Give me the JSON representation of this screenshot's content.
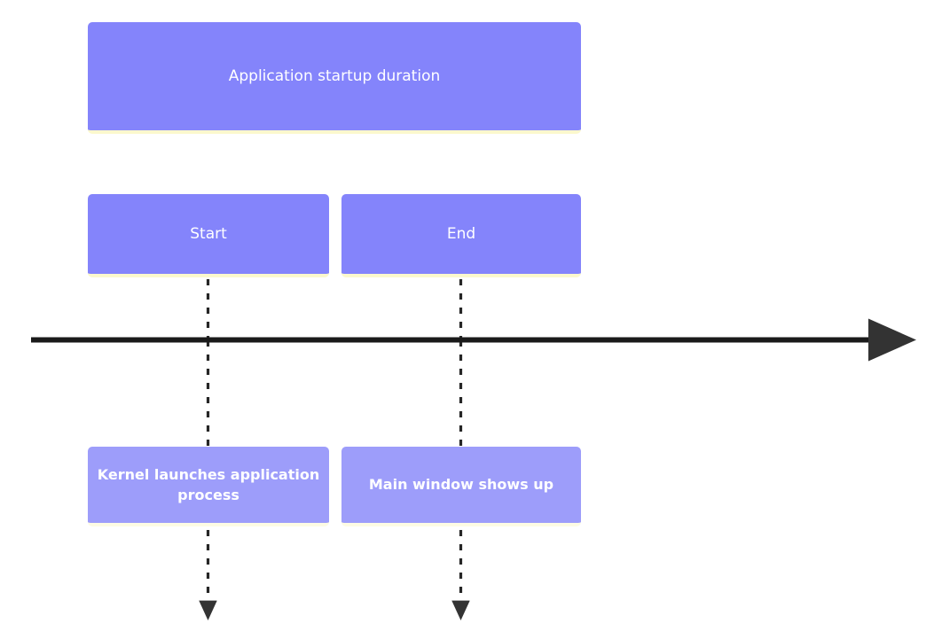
{
  "diagram": {
    "type": "timeline",
    "title": "Application startup duration",
    "background_color": "#ffffff",
    "palette": {
      "node_primary_fill": "#8484fb",
      "node_secondary_fill": "#9d9dfa",
      "node_bottom_edge": "#fbf8cd",
      "node_text": "#ffffff",
      "axis_line": "#1a1a1a",
      "axis_arrowhead": "#333333",
      "connector_line": "#262626"
    },
    "nodes": [
      {
        "id": "duration",
        "label": "Application startup duration",
        "role": "span-header",
        "style": "primary"
      },
      {
        "id": "start",
        "label": "Start",
        "role": "marker",
        "style": "primary"
      },
      {
        "id": "end",
        "label": "End",
        "role": "marker",
        "style": "primary"
      },
      {
        "id": "kernel",
        "label": "Kernel launches application process",
        "role": "event-description",
        "style": "secondary"
      },
      {
        "id": "mainwindow",
        "label": "Main window shows up",
        "role": "event-description",
        "style": "secondary"
      }
    ],
    "axis": {
      "name": "time-axis",
      "orientation": "horizontal",
      "direction": "left-to-right",
      "has_arrowhead": true,
      "tick_labels": []
    },
    "connectors": [
      {
        "id": "start-to-axis",
        "from": "start",
        "to": "time-axis",
        "style": "dashed"
      },
      {
        "id": "end-to-axis",
        "from": "end",
        "to": "time-axis",
        "style": "dashed"
      },
      {
        "id": "axis-to-kernel",
        "from": "time-axis",
        "to": "kernel",
        "style": "dashed"
      },
      {
        "id": "axis-to-mainwindow",
        "from": "time-axis",
        "to": "mainwindow",
        "style": "dashed"
      },
      {
        "id": "kernel-down",
        "from": "kernel",
        "to": "",
        "style": "dashed",
        "has_arrowhead": true
      },
      {
        "id": "mainwindow-down",
        "from": "mainwindow",
        "to": "",
        "style": "dashed",
        "has_arrowhead": true
      }
    ]
  }
}
